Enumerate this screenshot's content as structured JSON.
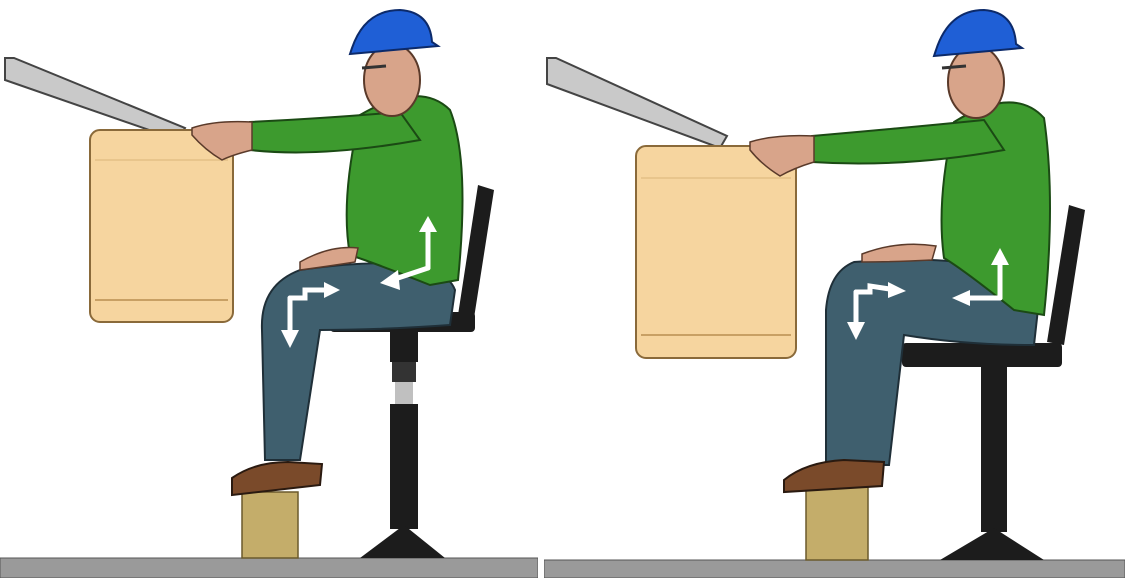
{
  "scenes": [
    {
      "id": "left",
      "description_key": "seated-worker-high-chair",
      "colors": {
        "shirt": "#3d9a2e",
        "jeans": "#3f5f6e",
        "helmet": "#1f5fd6",
        "box": "#f6d59f",
        "chair": "#1c1c1c",
        "floor": "#9a9a9a",
        "footrest": "#c4ad6a",
        "arrow": "#ffffff"
      }
    },
    {
      "id": "right",
      "description_key": "seated-worker-lower-chair",
      "colors": {
        "shirt": "#3d9a2e",
        "jeans": "#3f5f6e",
        "helmet": "#1f5fd6",
        "box": "#f6d59f",
        "chair": "#1c1c1c",
        "floor": "#9a9a9a",
        "footrest": "#c4ad6a",
        "arrow": "#ffffff"
      }
    }
  ],
  "icons": [
    "force-arrow-icon"
  ]
}
